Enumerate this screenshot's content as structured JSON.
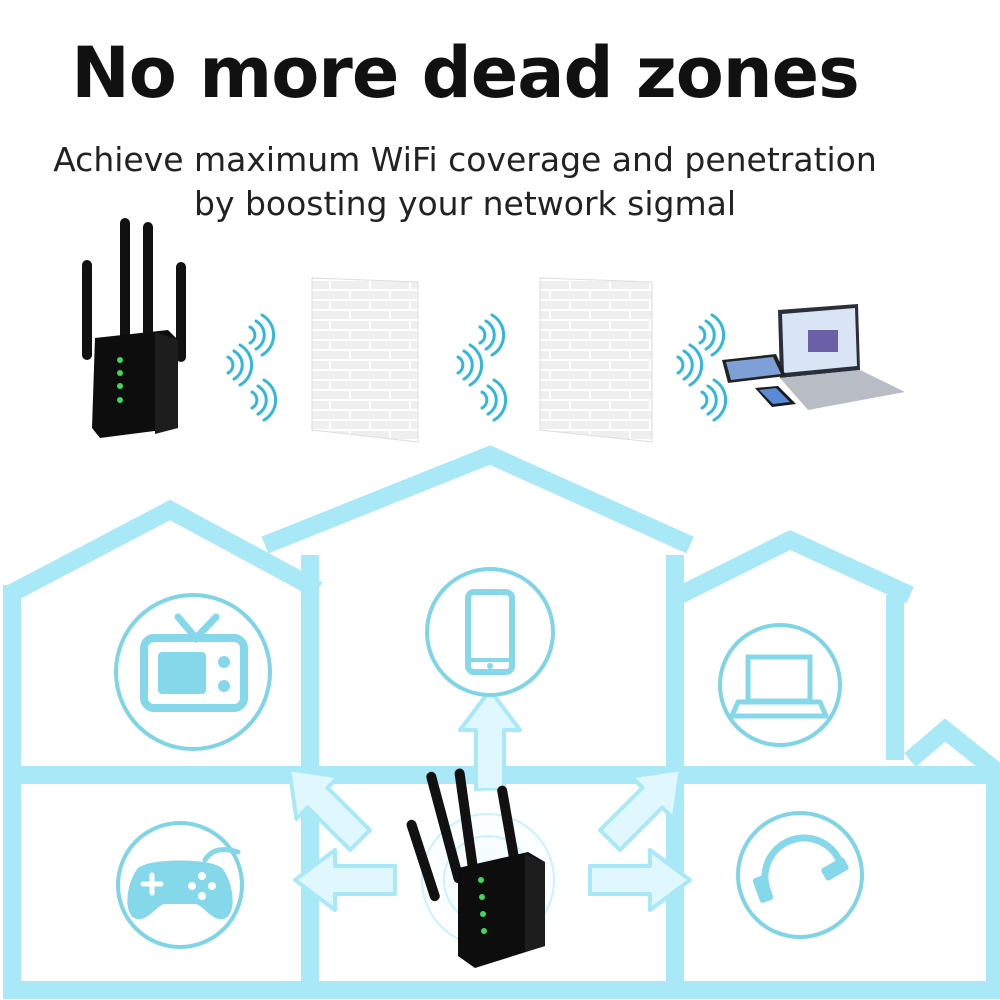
{
  "headline": "No more dead zones",
  "subline": {
    "line1": "Achieve maximum WiFi coverage and penetration",
    "line2": "by boosting your network sigmal"
  },
  "colors": {
    "house_outline": "#a9e9f7",
    "icon_stroke": "#7fd4e6",
    "icon_fill": "#84d8ea",
    "device_body": "#111111",
    "led": "#3fd85a",
    "wall": "#e8e8e8"
  },
  "icons": {
    "room_top_left": "tv-icon",
    "room_top_center": "smartphone-icon",
    "room_top_right": "laptop-icon",
    "room_bottom_left": "gamepad-icon",
    "room_bottom_right": "headphones-icon"
  }
}
